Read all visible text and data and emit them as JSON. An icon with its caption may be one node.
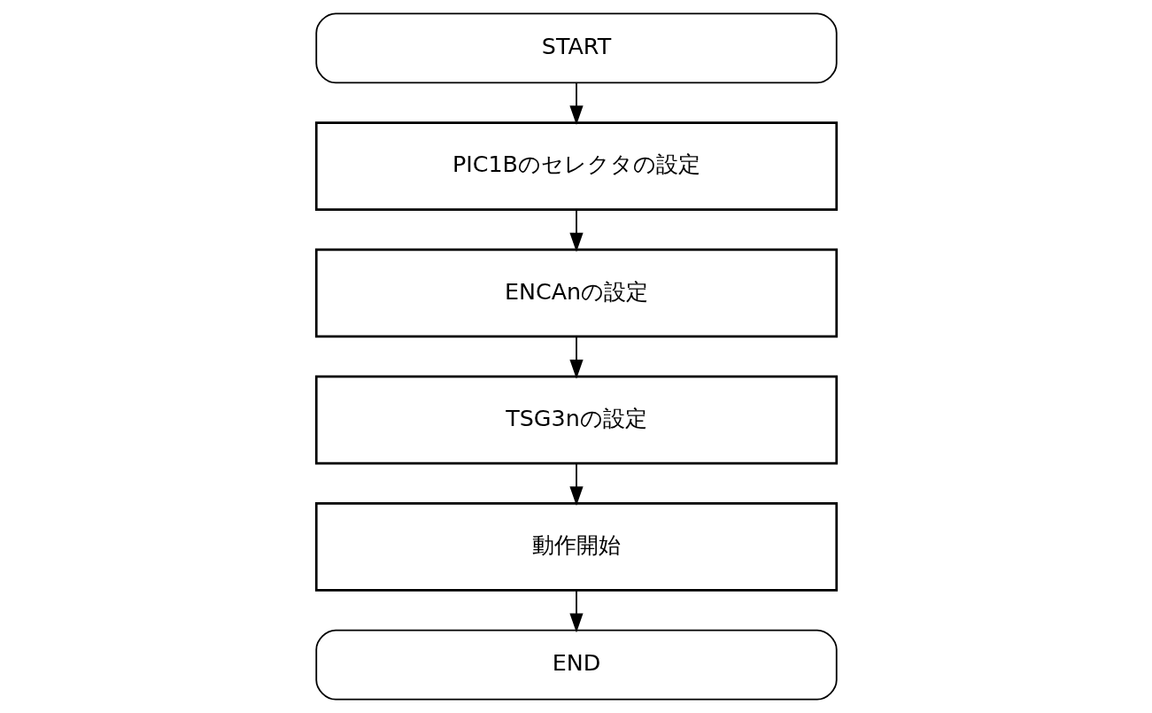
{
  "diagram": {
    "nodes": [
      {
        "text": [
          "START"
        ]
      },
      {
        "text": [
          "PIC1Bのセレクタの設定"
        ]
      },
      {
        "text": [
          "ENCAnの設定"
        ]
      },
      {
        "text": [
          "TSG3nの設定"
        ]
      },
      {
        "text": [
          "動作開始"
        ]
      },
      {
        "text": [
          "END"
        ]
      }
    ],
    "edges": [
      {
        "from": 0,
        "to": 1,
        "arrow": "to"
      },
      {
        "from": 1,
        "to": 2,
        "arrow": "to"
      },
      {
        "from": 2,
        "to": 3,
        "arrow": "to"
      },
      {
        "from": 3,
        "to": 4,
        "arrow": "to"
      },
      {
        "from": 4,
        "to": 5,
        "arrow": "to"
      }
    ]
  }
}
